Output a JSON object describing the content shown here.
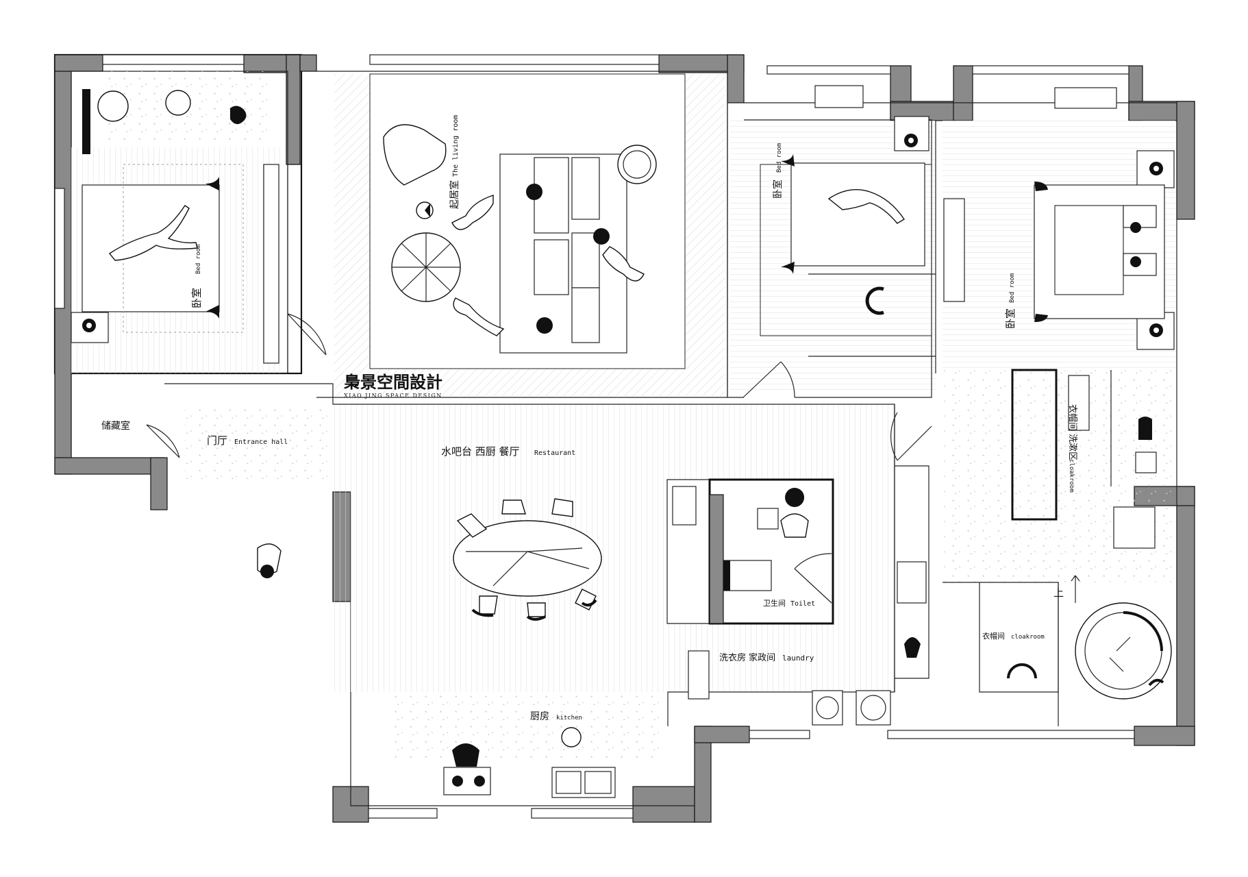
{
  "brand": {
    "name": "梟景空間設計",
    "subtitle": "XIAO JING SPACE DESIGN"
  },
  "rooms": {
    "bedroom_left": {
      "zh": "卧室",
      "en": "Bed room"
    },
    "living": {
      "zh": "起居室",
      "en": "The living room"
    },
    "bedroom_mid": {
      "zh": "卧室",
      "en": "Bed room"
    },
    "bedroom_right": {
      "zh": "卧室",
      "en": "Bed room"
    },
    "storage": {
      "zh": "储藏室"
    },
    "entrance": {
      "zh": "门厅",
      "en": "Entrance hall"
    },
    "dining": {
      "zh": "水吧台  西厨  餐厅",
      "en": "Restaurant"
    },
    "toilet": {
      "zh": "卫生间",
      "en": "Toilet"
    },
    "laundry": {
      "zh": "洗衣房  家政间",
      "en": "laundry"
    },
    "kitchen": {
      "zh": "厨房",
      "en": "kitchen"
    },
    "cloak_wash": {
      "zh": "衣帽间  洗漱区",
      "en": "cloakroom"
    },
    "cloak_small": {
      "zh": "衣帽间",
      "en": "cloakroom"
    },
    "stairs": {
      "zh": "上"
    }
  },
  "colors": {
    "wall_fill": "#8a8a8a",
    "line": "#111111",
    "background": "#ffffff"
  }
}
